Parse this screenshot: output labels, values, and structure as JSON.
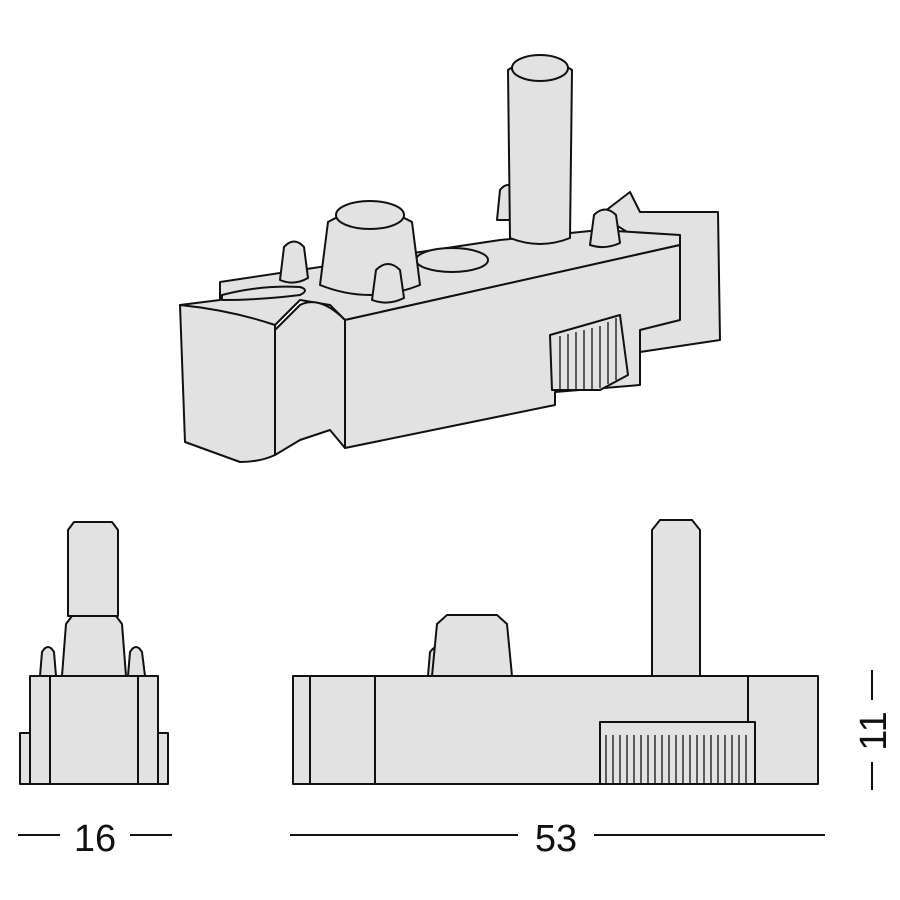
{
  "dimensions": {
    "width": "16",
    "length": "53",
    "height": "11"
  },
  "colors": {
    "fill": "#e2e2e2",
    "stroke": "#111111"
  }
}
